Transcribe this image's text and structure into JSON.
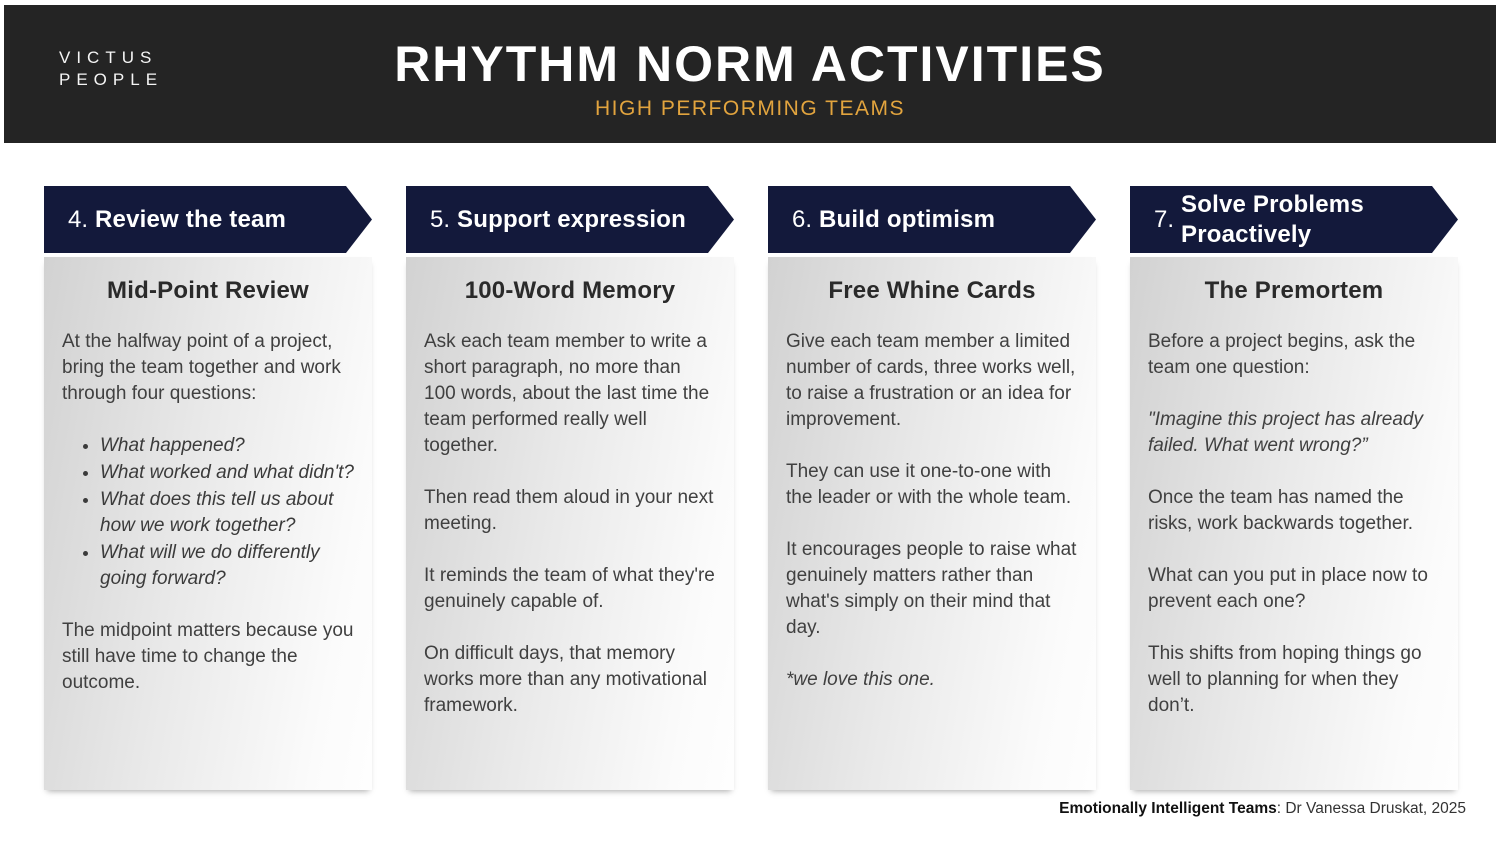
{
  "brand": {
    "line1": "VICTUS",
    "line2": "PEOPLE"
  },
  "header": {
    "title": "RHYTHM NORM ACTIVITIES",
    "subtitle": "HIGH PERFORMING TEAMS"
  },
  "colors": {
    "header_bar": "#242424",
    "arrow_navy": "#13193B",
    "accent_gold": "#E2A43E",
    "panel_gray": "#d2d2d2",
    "body_text": "#404040"
  },
  "columns": [
    {
      "number": "4.",
      "label": "Review the team",
      "activity": "Mid-Point Review",
      "blocks": [
        {
          "type": "p",
          "text": "At the halfway point of a project, bring the team together and work through four questions:"
        },
        {
          "type": "bullets",
          "items": [
            "What happened?",
            "What worked and what didn't?",
            "What does this tell us about how we work together?",
            "What will we do differently going forward?"
          ]
        },
        {
          "type": "p",
          "text": "The midpoint matters because you still have time to change the outcome."
        }
      ]
    },
    {
      "number": "5.",
      "label": "Support expression",
      "activity": "100-Word Memory",
      "blocks": [
        {
          "type": "p",
          "text": "Ask each team member to write a short paragraph, no more than 100 words, about the last time the team performed really well together."
        },
        {
          "type": "p",
          "text": "Then read them aloud in your next meeting."
        },
        {
          "type": "p",
          "text": "It reminds the team of what they're genuinely capable of."
        },
        {
          "type": "p",
          "text": "On difficult days, that memory works more than any motivational framework."
        }
      ]
    },
    {
      "number": "6.",
      "label": "Build optimism",
      "activity": "Free Whine Cards",
      "blocks": [
        {
          "type": "p",
          "text": "Give each team member a limited number of cards,  three works well, to raise a frustration or an idea for improvement."
        },
        {
          "type": "p",
          "text": "They can use it one-to-one with the leader or with the whole team."
        },
        {
          "type": "p",
          "text": "It encourages people to raise what genuinely matters rather than what's simply on their mind that day."
        },
        {
          "type": "p",
          "italic": true,
          "text": "*we love this one."
        }
      ]
    },
    {
      "number": "7.",
      "label": "Solve Problems Proactively",
      "activity": "The Premortem",
      "blocks": [
        {
          "type": "p",
          "text": "Before a project begins, ask the team one question:"
        },
        {
          "type": "p",
          "italic": true,
          "text": "\"Imagine this project has already failed. What went wrong?”"
        },
        {
          "type": "p",
          "text": "Once the team has named the risks, work backwards together."
        },
        {
          "type": "p",
          "text": "What can you put in place now to prevent each one?"
        },
        {
          "type": "p",
          "text": "This shifts from hoping things go well to planning for when they don’t."
        }
      ]
    }
  ],
  "footer": {
    "source": "Emotionally Intelligent Teams",
    "attribution": ": Dr Vanessa Druskat, 2025"
  }
}
